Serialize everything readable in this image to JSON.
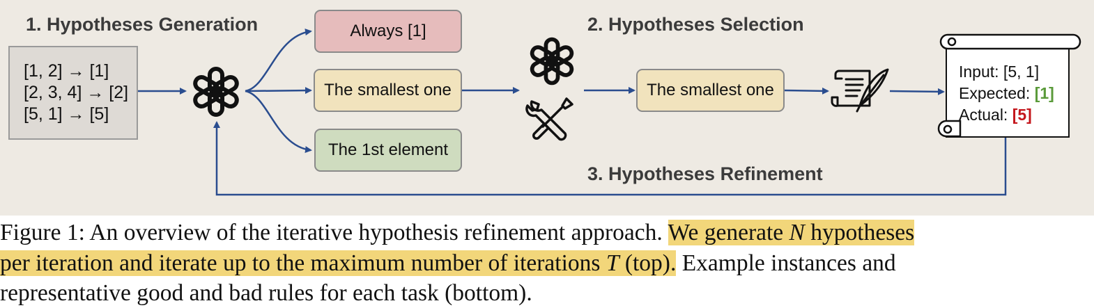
{
  "figure": {
    "step1_title": "1. Hypotheses Generation",
    "step2_title": "2. Hypotheses Selection",
    "step3_title": "3. Hypotheses Refinement",
    "examples": [
      "[1, 2] → [1]",
      "[2, 3, 4] → [2]",
      "[5, 1] → [5]"
    ],
    "hypotheses": [
      {
        "label": "Always [1]",
        "color": "#e6bcbc"
      },
      {
        "label": "The smallest one",
        "color": "#f1e3bd"
      },
      {
        "label": "The 1st element",
        "color": "#cfdcbf"
      }
    ],
    "selected_hypothesis": "The smallest one",
    "feedback": {
      "input_label": "Input: [5, 1]",
      "expected_label": "Expected:",
      "expected_value": "[1]",
      "actual_label": "Actual:",
      "actual_value": "[5]",
      "expected_color": "#5a9a3a",
      "actual_color": "#c4161c"
    },
    "arrow_color": "#2a4d8f",
    "icons": [
      "openai-logo-icon",
      "openai-logo-icon",
      "tools-icon",
      "script-quill-icon",
      "scroll-icon"
    ]
  },
  "caption": {
    "prefix": "Figure 1:  An overview of the iterative hypothesis refinement approach.",
    "hl1_a": "We generate",
    "var_n": "N",
    "hl1_b": "hypotheses",
    "hl2_a": "per iteration and iterate up to the maximum number of iterations",
    "var_t": "T",
    "hl2_b": "(top).",
    "rest2": "Example instances and",
    "line3": "representative good and bad rules for each task (bottom)."
  }
}
